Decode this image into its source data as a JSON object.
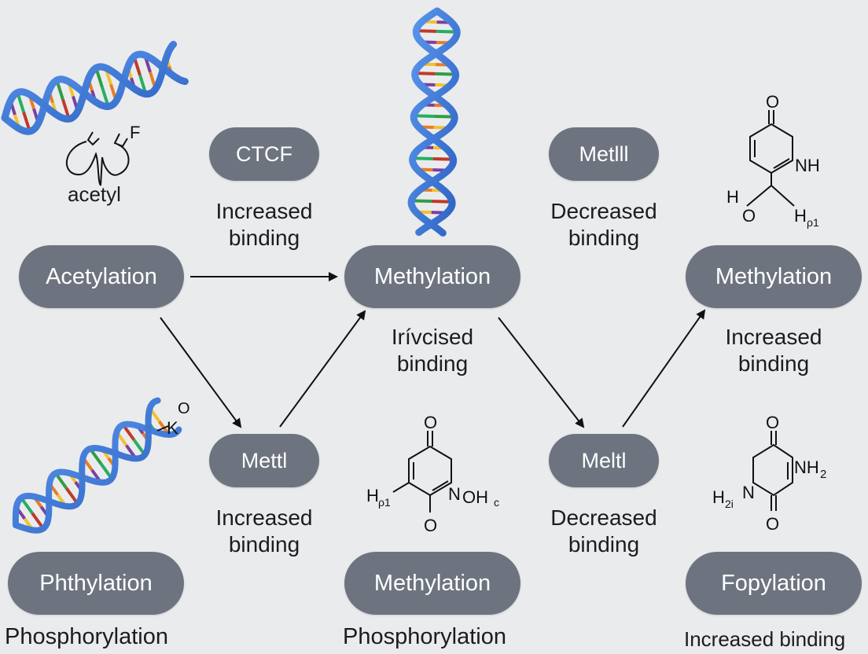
{
  "nodes": {
    "acetylation_main": "Acetylation",
    "ctcf": "CTCF",
    "methylation_center": "Methylation",
    "metlll": "Metlll",
    "methylation_right": "Methylation",
    "mettl_left": "Mettl",
    "meltl_right": "Meltl",
    "phthylation": "Phthylation",
    "methylation_bottom": "Methylation",
    "fopylation": "Fopylation"
  },
  "labels": {
    "increased_binding_top": "Increased\nbinding",
    "decreased_binding_top": "Decreased\nbinding",
    "irvcised_binding": "Irívcised\nbinding",
    "increased_binding_right": "Increased\nbinding",
    "increased_binding_mid": "Increased\nbinding",
    "decreased_binding_mid": "Decreased\nbinding"
  },
  "captions": {
    "acetyl": "acetyl",
    "phosphorylation_left": "Phosphorylation",
    "phosphorylation_center": "Phosphorylation",
    "increased_binding_bottom": "Increased binding"
  },
  "chem": {
    "top_right": {
      "o": "O",
      "nh": "NH",
      "h": "H",
      "o2": "O",
      "h2": "H",
      "sub": "ρ1"
    },
    "center": {
      "o_top": "O",
      "o_bot": "O",
      "h": "H",
      "h_sub": "ρ1",
      "n": "N",
      "oh": "OH",
      "oh_sub": "c"
    },
    "bottom_right": {
      "o_top": "O",
      "o_bot": "O",
      "nh2": "NH",
      "nh2_sub": "2",
      "h2": "H",
      "h2_sub": "2i",
      "n": "N"
    },
    "dna_tags": {
      "f": "F",
      "k": "K",
      "o": "O"
    }
  },
  "colors": {
    "background": "#eaebed",
    "pill": "#6d747f",
    "pill_text": "#ffffff",
    "dna_backbone": "#3a78d8",
    "arrow": "#111111"
  }
}
